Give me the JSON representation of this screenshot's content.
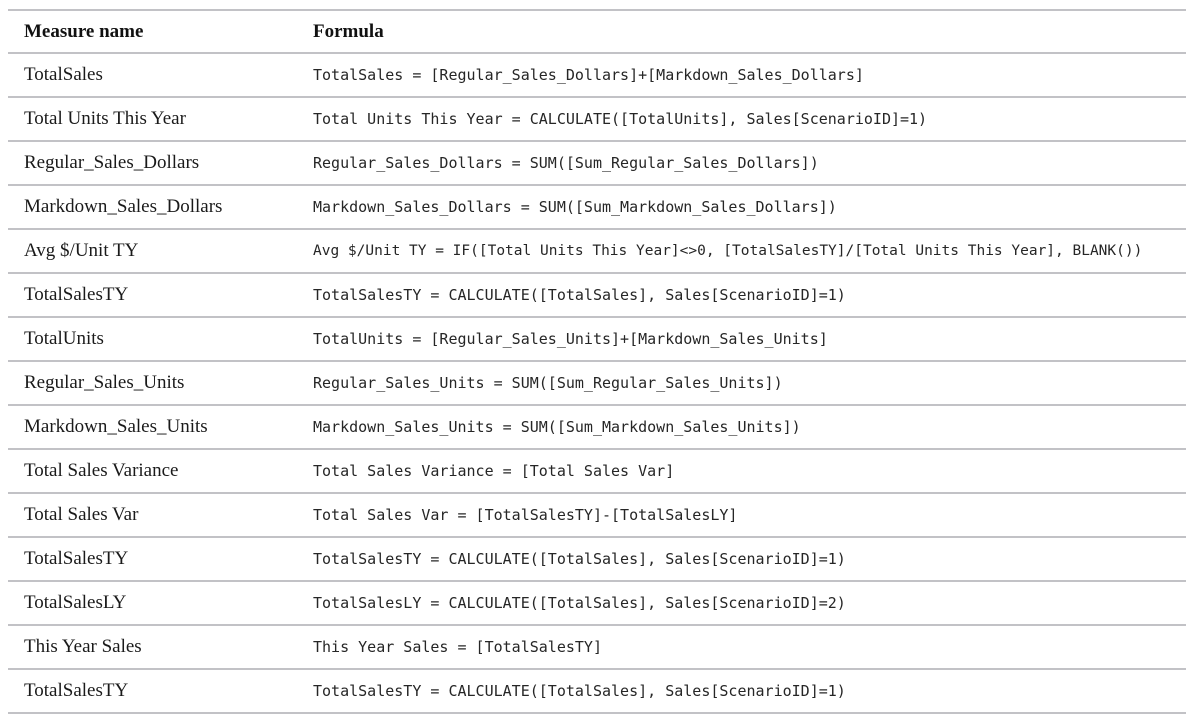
{
  "table": {
    "columns": {
      "measure": "Measure name",
      "formula": "Formula"
    },
    "rows": [
      {
        "measure": "TotalSales",
        "formula": "TotalSales = [Regular_Sales_Dollars]+[Markdown_Sales_Dollars]"
      },
      {
        "measure": "Total Units This Year",
        "formula": "Total Units This Year = CALCULATE([TotalUnits], Sales[ScenarioID]=1)"
      },
      {
        "measure": "Regular_Sales_Dollars",
        "formula": "Regular_Sales_Dollars = SUM([Sum_Regular_Sales_Dollars])"
      },
      {
        "measure": "Markdown_Sales_Dollars",
        "formula": "Markdown_Sales_Dollars = SUM([Sum_Markdown_Sales_Dollars])"
      },
      {
        "measure": "Avg $/Unit TY",
        "formula": "Avg $/Unit TY = IF([Total Units This Year]<>0, [TotalSalesTY]/[Total Units This Year], BLANK())"
      },
      {
        "measure": "TotalSalesTY",
        "formula": "TotalSalesTY = CALCULATE([TotalSales], Sales[ScenarioID]=1)"
      },
      {
        "measure": "TotalUnits",
        "formula": "TotalUnits = [Regular_Sales_Units]+[Markdown_Sales_Units]"
      },
      {
        "measure": "Regular_Sales_Units",
        "formula": "Regular_Sales_Units = SUM([Sum_Regular_Sales_Units])"
      },
      {
        "measure": "Markdown_Sales_Units",
        "formula": "Markdown_Sales_Units = SUM([Sum_Markdown_Sales_Units])"
      },
      {
        "measure": "Total Sales Variance",
        "formula": "Total Sales Variance = [Total Sales Var]"
      },
      {
        "measure": "Total Sales Var",
        "formula": "Total Sales Var = [TotalSalesTY]-[TotalSalesLY]"
      },
      {
        "measure": "TotalSalesTY",
        "formula": "TotalSalesTY = CALCULATE([TotalSales], Sales[ScenarioID]=1)"
      },
      {
        "measure": "TotalSalesLY",
        "formula": "TotalSalesLY = CALCULATE([TotalSales], Sales[ScenarioID]=2)"
      },
      {
        "measure": "This Year Sales",
        "formula": "This Year Sales = [TotalSalesTY]"
      },
      {
        "measure": "TotalSalesTY",
        "formula": "TotalSalesTY = CALCULATE([TotalSales], Sales[ScenarioID]=1)"
      }
    ],
    "colors": {
      "border": "#c2c2c6",
      "header_text": "#111111",
      "measure_text": "#1a1a1a",
      "formula_text": "#262626",
      "background": "#ffffff"
    }
  }
}
